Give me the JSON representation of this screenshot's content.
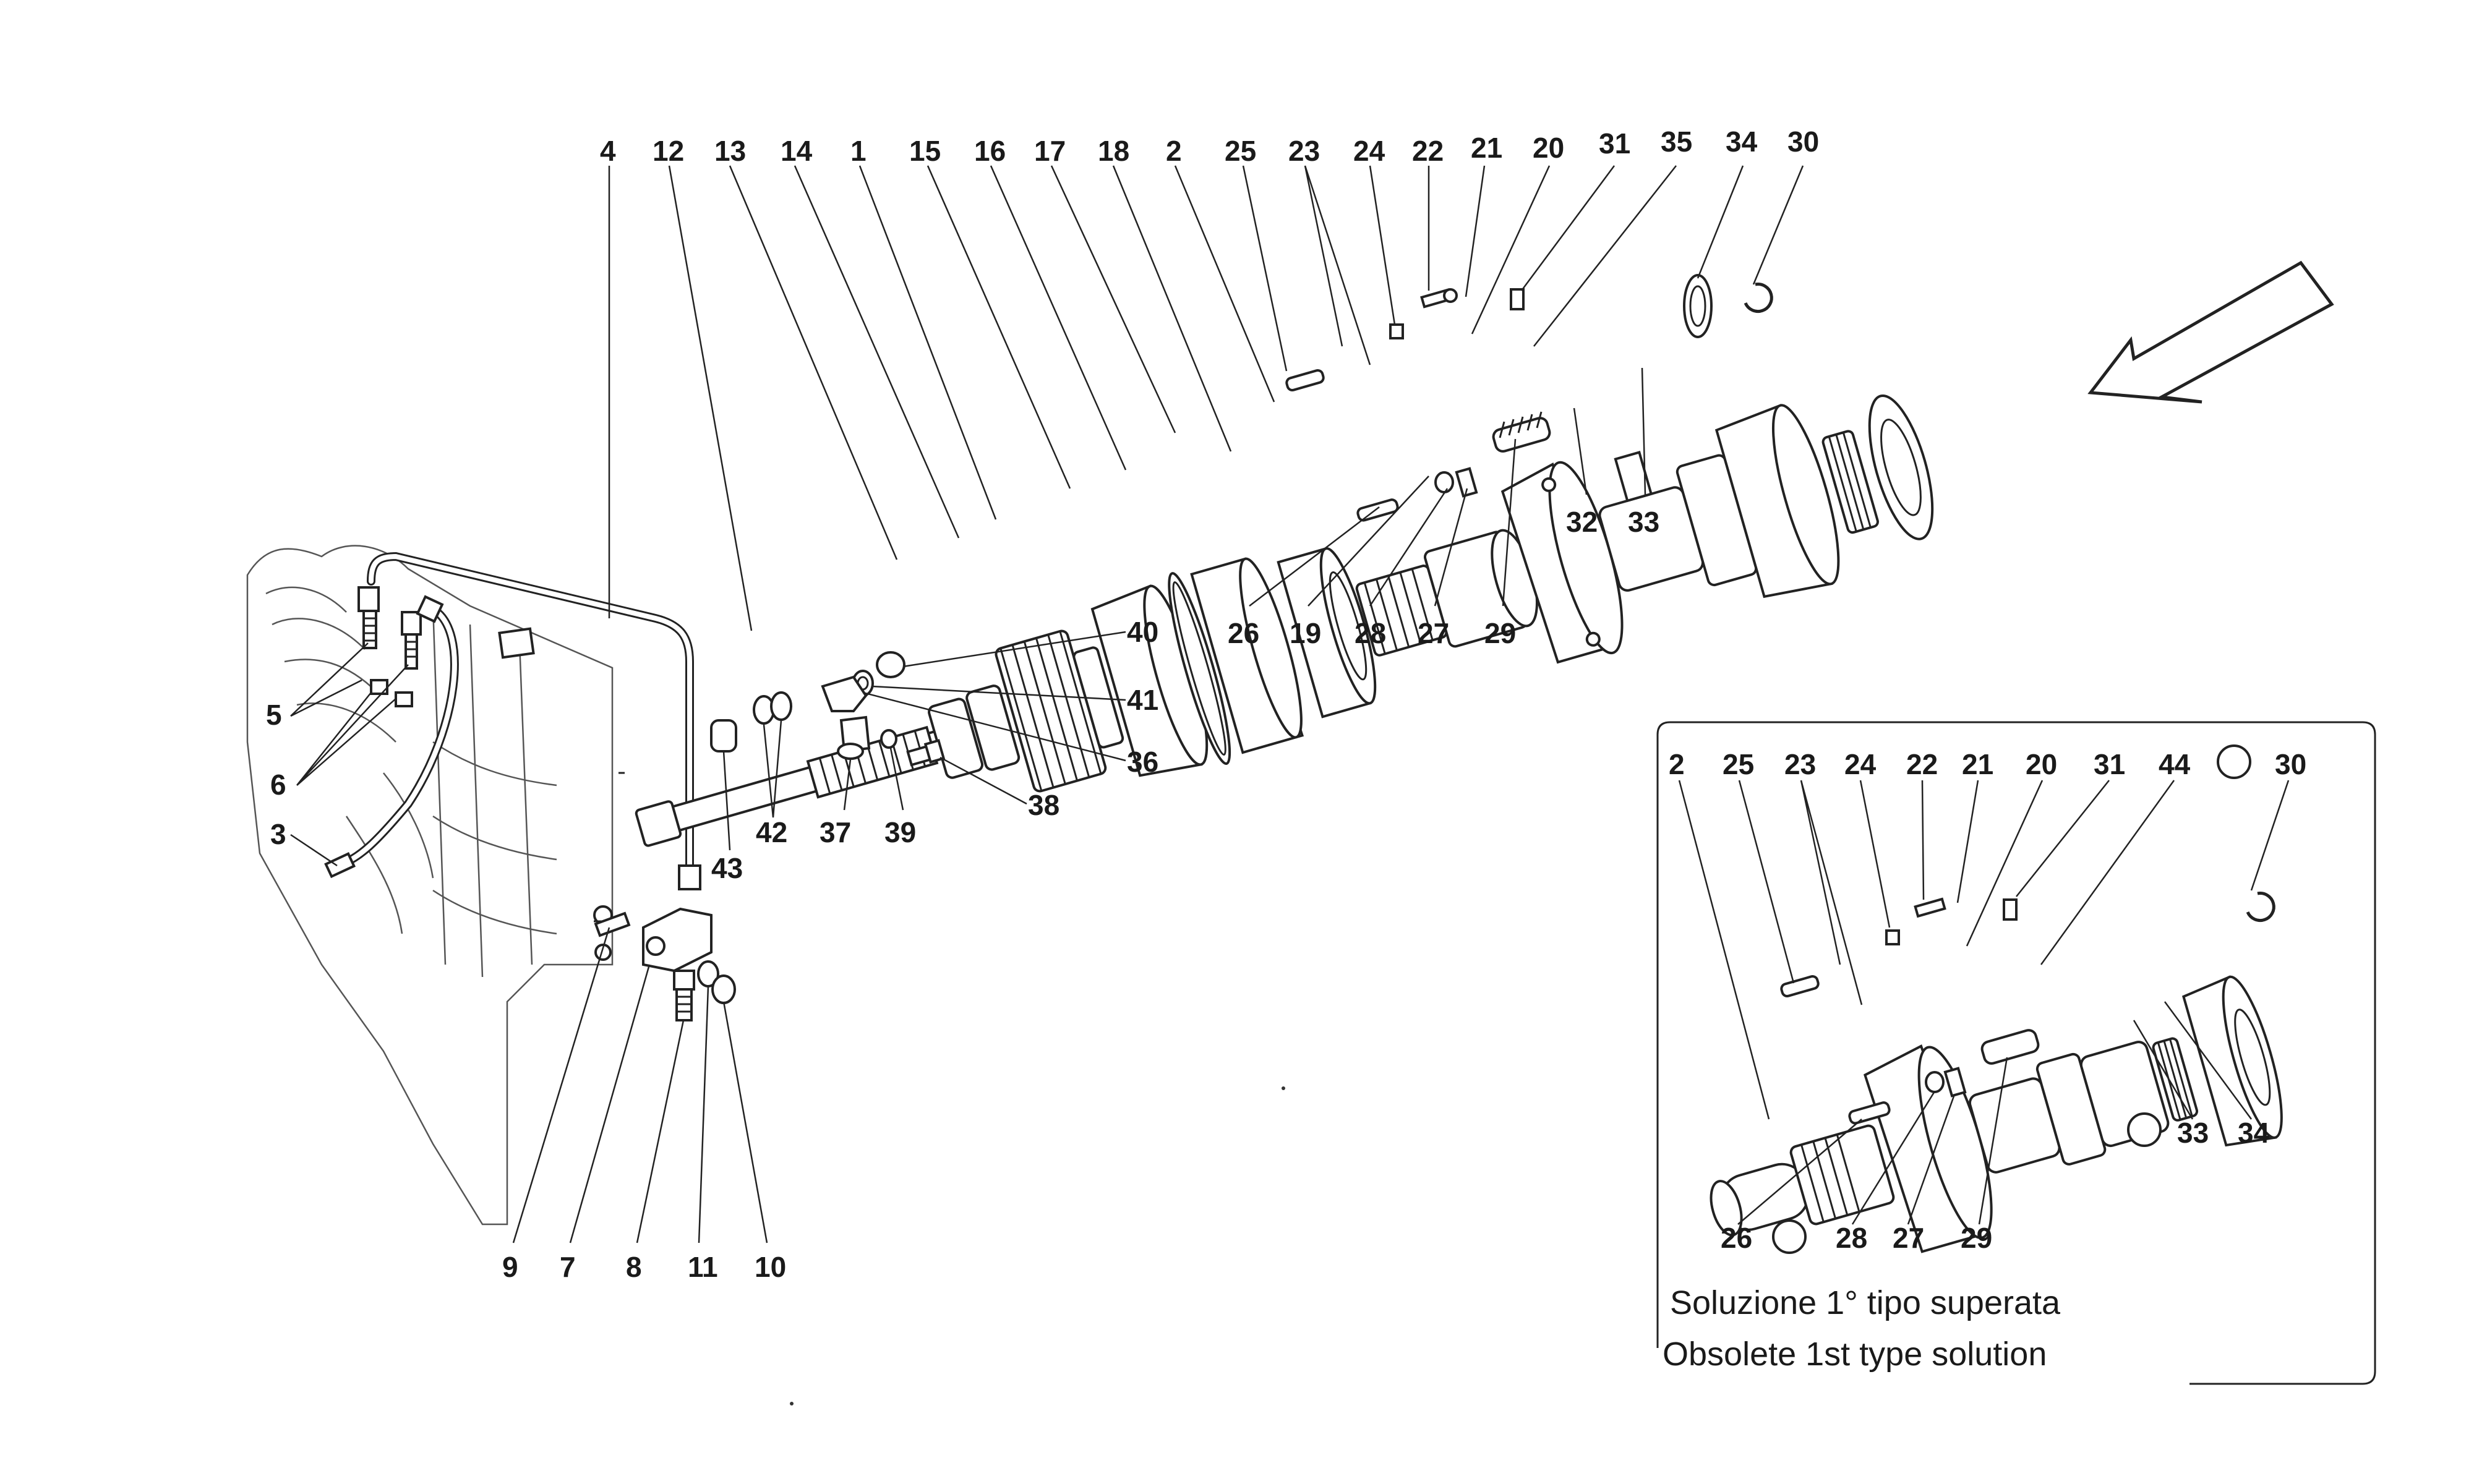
{
  "main_callouts": [
    "4",
    "12",
    "13",
    "14",
    "1",
    "15",
    "16",
    "17",
    "18",
    "2",
    "25",
    "23",
    "24",
    "22",
    "21",
    "20",
    "31",
    "35",
    "34",
    "30",
    "32",
    "33",
    "26",
    "19",
    "28",
    "27",
    "29",
    "40",
    "41",
    "36",
    "38",
    "37",
    "39",
    "42",
    "43",
    "5",
    "6",
    "3",
    "9",
    "7",
    "8",
    "11",
    "10"
  ],
  "inset": {
    "callouts": [
      "2",
      "25",
      "23",
      "24",
      "22",
      "21",
      "20",
      "31",
      "44",
      "30",
      "33",
      "34",
      "26",
      "28",
      "27",
      "29"
    ],
    "caption_it": "Soluzione 1° tipo superata",
    "caption_en": "Obsolete 1st type solution"
  },
  "icons": [
    "direction-arrow-icon"
  ]
}
